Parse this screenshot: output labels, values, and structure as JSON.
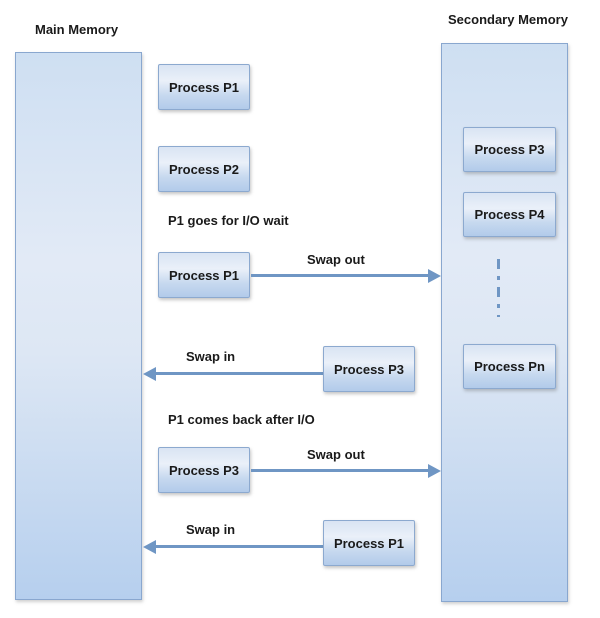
{
  "memory": {
    "main": {
      "label": "Main Memory"
    },
    "secondary": {
      "label": "Secondary Memory",
      "processes": [
        {
          "label": "Process P3"
        },
        {
          "label": "Process P4"
        },
        {
          "label": "Process Pn"
        }
      ]
    }
  },
  "processes": {
    "p1_top": {
      "label": "Process P1"
    },
    "p2": {
      "label": "Process P2"
    },
    "p1_swap_out": {
      "label": "Process P1"
    },
    "p3_swap_in": {
      "label": "Process P3"
    },
    "p3_swap_out": {
      "label": "Process P3"
    },
    "p1_swap_in": {
      "label": "Process P1"
    }
  },
  "annotations": {
    "io_wait": "P1 goes for I/O wait",
    "io_return": "P1 comes back after I/O"
  },
  "arrows": {
    "swap_out_1": {
      "label": "Swap out",
      "direction": "right"
    },
    "swap_in_1": {
      "label": "Swap in",
      "direction": "left"
    },
    "swap_out_2": {
      "label": "Swap out",
      "direction": "right"
    },
    "swap_in_2": {
      "label": "Swap in",
      "direction": "left"
    }
  },
  "colors": {
    "arrow": "#6f96c4",
    "box_border": "#8ca9cf",
    "text": "#1a1a1a"
  }
}
